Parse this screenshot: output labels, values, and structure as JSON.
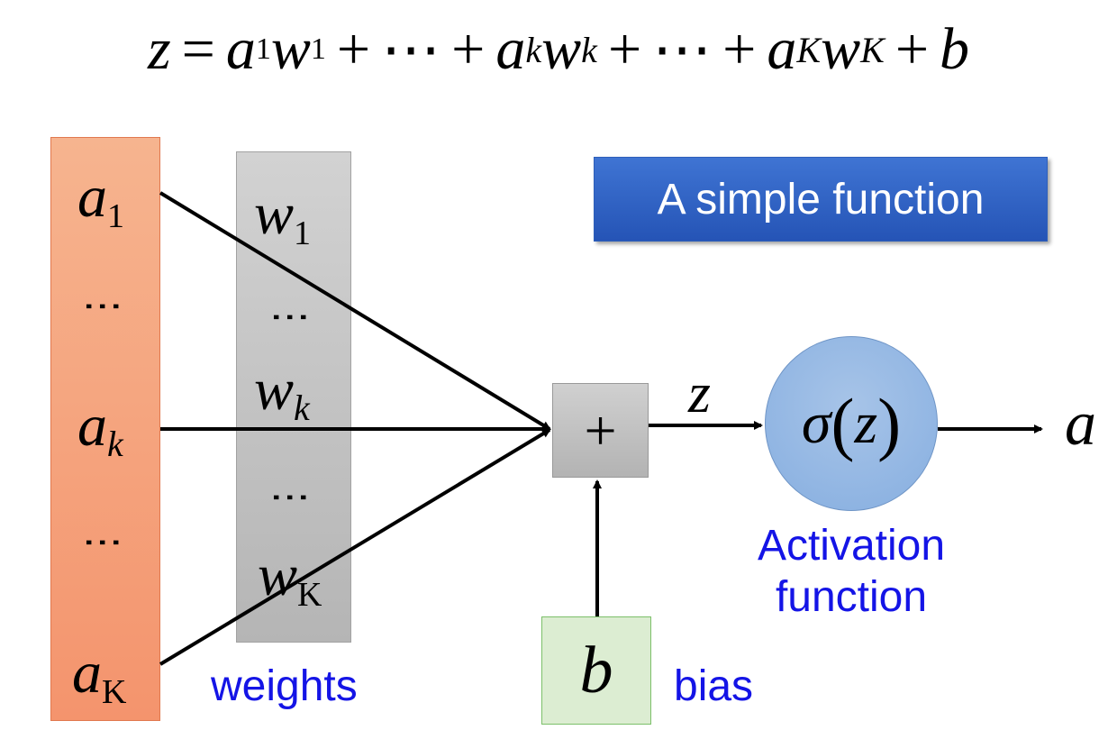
{
  "equation": {
    "z": "z",
    "eq": "=",
    "a": "a",
    "w": "w",
    "b": "b",
    "plus": "+",
    "cdots": "⋯",
    "sub_1": "1",
    "sub_k": "k",
    "sub_K": "K"
  },
  "inputs": {
    "a1_sym": "a",
    "a1_sub": "1",
    "ak_sym": "a",
    "ak_sub": "k",
    "aK_sym": "a",
    "aK_sub": "K",
    "dots": "⋮"
  },
  "weights": {
    "w1_sym": "w",
    "w1_sub": "1",
    "wk_sym": "w",
    "wk_sub": "k",
    "wK_sym": "w",
    "wK_sub": "K",
    "dots": "⋮",
    "label": "weights"
  },
  "sum_node": {
    "symbol": "+"
  },
  "bias": {
    "symbol": "b",
    "label": "bias"
  },
  "z_label": "z",
  "activation": {
    "sigma": "σ",
    "open": "(",
    "arg": "z",
    "close": ")",
    "label_line1": "Activation",
    "label_line2": "function"
  },
  "output_label": "a",
  "title": "A simple function",
  "colors": {
    "inputs_fill": "#f4a07a",
    "weights_fill": "#c4c4c4",
    "bias_fill": "#dcedd2",
    "activation_fill": "#95b8e4",
    "title_fill": "#3463c7",
    "label_text": "#1414e6"
  }
}
